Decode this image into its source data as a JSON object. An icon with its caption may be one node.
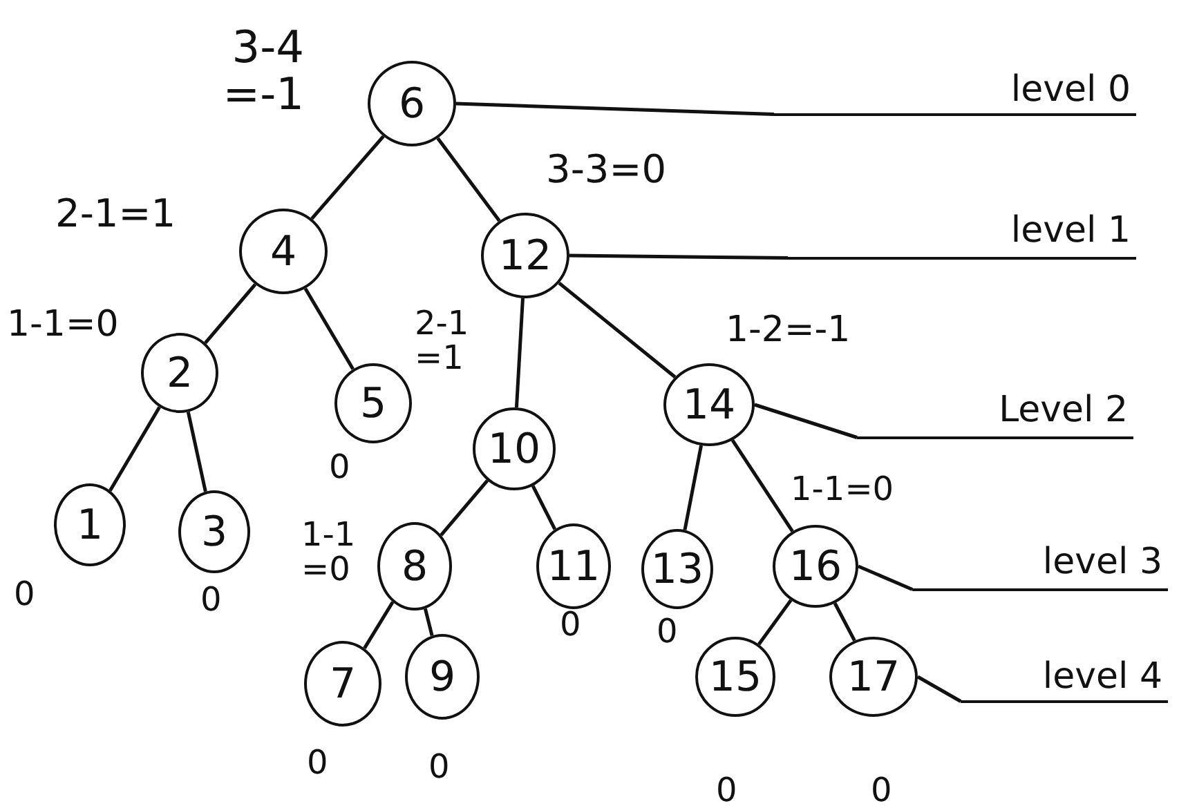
{
  "diagram": {
    "nodes": [
      {
        "text": [
          "6"
        ]
      },
      {
        "text": [
          "4"
        ]
      },
      {
        "text": [
          "12"
        ]
      },
      {
        "text": [
          "2"
        ]
      },
      {
        "text": [
          "5"
        ]
      },
      {
        "text": [
          "10"
        ]
      },
      {
        "text": [
          "14"
        ]
      },
      {
        "text": [
          "1"
        ]
      },
      {
        "text": [
          "3"
        ]
      },
      {
        "text": [
          "8"
        ]
      },
      {
        "text": [
          "11"
        ]
      },
      {
        "text": [
          "13"
        ]
      },
      {
        "text": [
          "16"
        ]
      },
      {
        "text": [
          "7"
        ]
      },
      {
        "text": [
          "9"
        ]
      },
      {
        "text": [
          "15"
        ]
      },
      {
        "text": [
          "17"
        ]
      },
      {
        "text": [
          "level 0"
        ]
      },
      {
        "text": [
          "level 1"
        ]
      },
      {
        "text": [
          "Level 2"
        ]
      },
      {
        "text": [
          "level 3"
        ]
      },
      {
        "text": [
          "level 4"
        ]
      }
    ],
    "edges": [
      {
        "from": 0,
        "to": 1,
        "arrow": "none"
      },
      {
        "from": 0,
        "to": 2,
        "arrow": "none"
      },
      {
        "from": 1,
        "to": 3,
        "arrow": "none"
      },
      {
        "from": 1,
        "to": 4,
        "arrow": "none"
      },
      {
        "from": 2,
        "to": 5,
        "arrow": "none"
      },
      {
        "from": 2,
        "to": 6,
        "arrow": "none"
      },
      {
        "from": 3,
        "to": 7,
        "arrow": "none"
      },
      {
        "from": 3,
        "to": 8,
        "arrow": "none"
      },
      {
        "from": 5,
        "to": 9,
        "arrow": "none"
      },
      {
        "from": 5,
        "to": 10,
        "arrow": "none"
      },
      {
        "from": 6,
        "to": 11,
        "arrow": "none"
      },
      {
        "from": 6,
        "to": 12,
        "arrow": "none"
      },
      {
        "from": 9,
        "to": 13,
        "arrow": "none"
      },
      {
        "from": 9,
        "to": 14,
        "arrow": "none"
      },
      {
        "from": 12,
        "to": 15,
        "arrow": "none"
      },
      {
        "from": 12,
        "to": 16,
        "arrow": "none"
      },
      {
        "from": 0,
        "to": 17,
        "arrow": "none"
      },
      {
        "from": 2,
        "to": 18,
        "arrow": "none"
      },
      {
        "from": 6,
        "to": 19,
        "arrow": "none"
      },
      {
        "from": 12,
        "to": 20,
        "arrow": "none"
      },
      {
        "from": 16,
        "to": 21,
        "arrow": "none"
      }
    ],
    "labels": [
      "3-4 =-1",
      "2-1=1",
      "3-3=0",
      "1-1=0",
      "2-1 =1",
      "1-2=-1",
      "0",
      "1-1=0",
      "1-1 =0",
      "0",
      "0",
      "0",
      "0",
      "0",
      "0",
      "0",
      "0"
    ]
  }
}
